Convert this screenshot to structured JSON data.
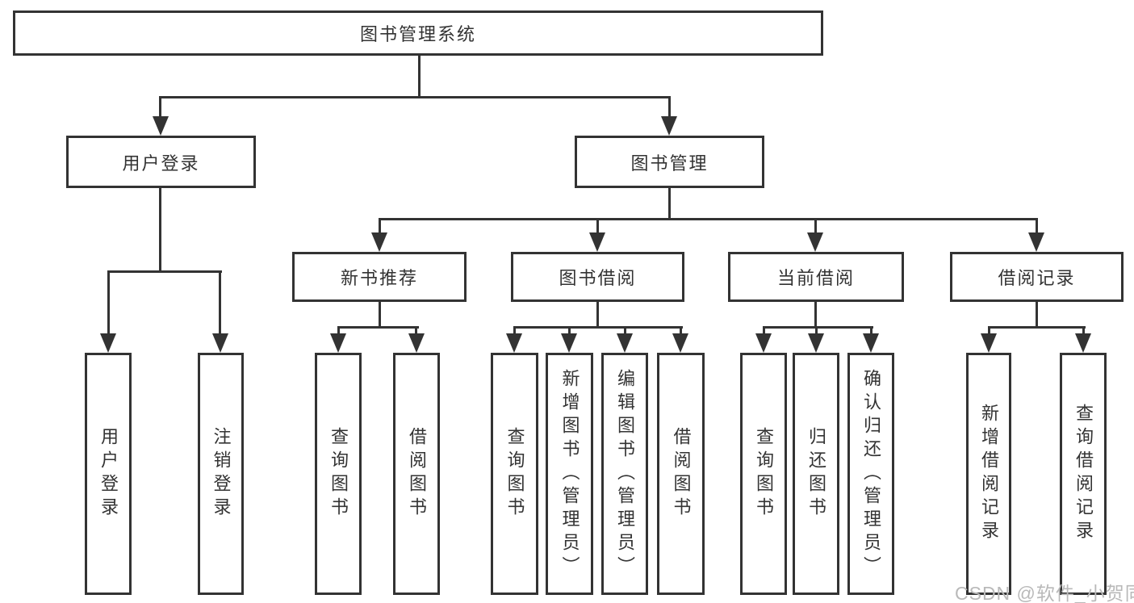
{
  "diagram": {
    "root": {
      "label": "图书管理系统"
    },
    "level2": [
      {
        "label": "用户登录",
        "children": [
          {
            "label": "用户登录"
          },
          {
            "label": "注销登录"
          }
        ]
      },
      {
        "label": "图书管理",
        "children": [
          {
            "label": "新书推荐",
            "children": [
              {
                "label": "查询图书"
              },
              {
                "label": "借阅图书"
              }
            ]
          },
          {
            "label": "图书借阅",
            "children": [
              {
                "label": "查询图书"
              },
              {
                "label": "新增图书（管理员）"
              },
              {
                "label": "编辑图书（管理员）"
              },
              {
                "label": "借阅图书"
              }
            ]
          },
          {
            "label": "当前借阅",
            "children": [
              {
                "label": "查询图书"
              },
              {
                "label": "归还图书"
              },
              {
                "label": "确认归还（管理员）"
              }
            ]
          },
          {
            "label": "借阅记录",
            "children": [
              {
                "label": "新增借阅记录"
              },
              {
                "label": "查询借阅记录"
              }
            ]
          }
        ]
      }
    ]
  },
  "watermark": {
    "text": "CSDN @软件_小贺同学",
    "color": "#b9b9b9"
  },
  "colors": {
    "line": "#333333",
    "text": "#333333",
    "background": "#ffffff"
  }
}
